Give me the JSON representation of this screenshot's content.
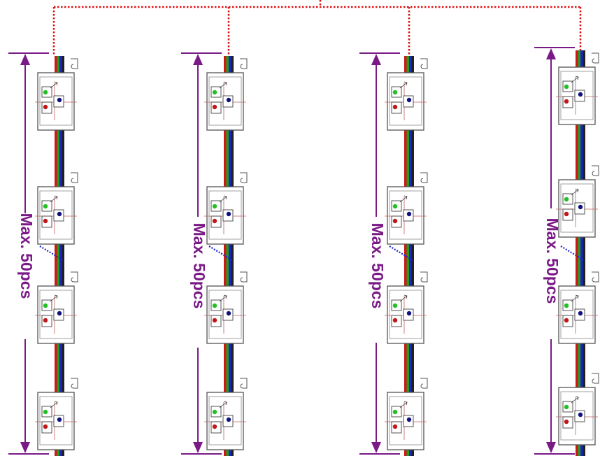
{
  "diagram": {
    "label_text": "Max. 50pcs",
    "colors": {
      "feed_line": "#dd1111",
      "dimension": "#7a1a86",
      "continuation": "#1a22cc",
      "wire_red": "#d01818",
      "wire_green": "#1ea01e",
      "wire_blue": "#1c24c4",
      "wire_dark": "#202020",
      "led_green": "#22c022",
      "led_red": "#c01818",
      "led_blue": "#101080",
      "module_outline": "#555555",
      "crosshair": "#c06060"
    },
    "strings": [
      {
        "name": "string-1",
        "label": "Max. 50pcs"
      },
      {
        "name": "string-2",
        "label": "Max. 50pcs"
      },
      {
        "name": "string-3",
        "label": "Max. 50pcs"
      },
      {
        "name": "string-4",
        "label": "Max. 50pcs"
      }
    ]
  }
}
